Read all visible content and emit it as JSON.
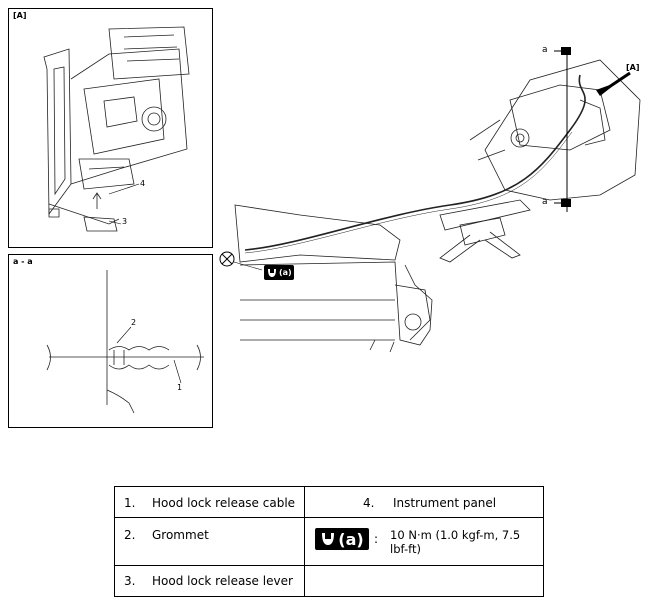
{
  "detail_a": {
    "label": "[A]",
    "callouts": [
      "4",
      "3"
    ]
  },
  "section_aa": {
    "label": "a - a",
    "callouts": [
      "2",
      "1"
    ]
  },
  "main_view": {
    "section_marks": [
      "a",
      "a"
    ],
    "view_label": "[A]",
    "torque_label": "(a)"
  },
  "legend": {
    "items": [
      {
        "num": "1.",
        "text": "Hood lock release cable"
      },
      {
        "num": "4.",
        "text": "Instrument panel"
      },
      {
        "num": "2.",
        "text": "Grommet"
      },
      {
        "num": "3.",
        "text": "Hood lock release lever"
      }
    ],
    "torque": {
      "badge": "(a)",
      "colon": ":",
      "value": "10 N·m (1.0 kgf-m, 7.5 lbf-ft)"
    }
  }
}
